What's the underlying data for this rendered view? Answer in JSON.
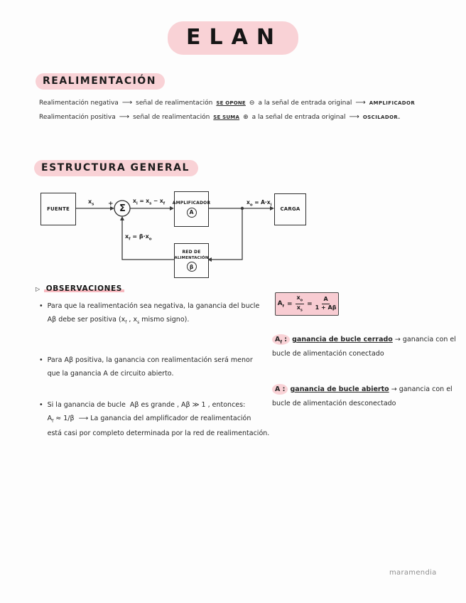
{
  "page": {
    "title": "ELAN",
    "signature": "maramendia"
  },
  "colors": {
    "highlight_pink": "#f9d2d6",
    "formula_box_pink": "#f8ccd2"
  },
  "realimentacion": {
    "heading": "REALIMENTACIÓN",
    "long_arrow": "⟶",
    "lines": [
      {
        "prefix": "Realimentación negativa",
        "mid": "señal de realimentación",
        "underlined": "SE OPONE",
        "symbol": "⊖",
        "suffix": "a la señal de entrada original",
        "result": "AMPLIFICADOR"
      },
      {
        "prefix": "Realimentación positiva",
        "mid": "señal de realimentación",
        "underlined": "SE SUMA",
        "symbol": "⊕",
        "suffix": "a la señal de entrada original",
        "result": "OSCILADOR."
      }
    ]
  },
  "estructura": {
    "heading": "ESTRUCTURA GENERAL",
    "diagram": {
      "fuente_label": "FUENTE",
      "sum_symbol": "Σ",
      "plus_sign": "+",
      "amplificador_label": "AMPLIFICADOR",
      "amplificador_symbol": "A",
      "carga_label": "CARGA",
      "red_line1": "RED DE",
      "red_line2": "ALIMENTACIÓN",
      "red_symbol": "β",
      "label_xs_html": "x<sub>s</sub>",
      "label_xi_html": "x<sub>i</sub> = x<sub>s</sub> − x<sub>f</sub>",
      "label_xo_html": "x<sub>o</sub> = A·x<sub>i</sub>",
      "label_xf_html": "x<sub>f</sub> = β·x<sub>o</sub>"
    }
  },
  "observaciones": {
    "marker": "▷",
    "heading": "OBSERVACIONES",
    "bullet_marker": "•",
    "bullets_html": [
      "Para que la realimentación sea negativa, la ganancia del bucle<br>Aβ debe ser positiva (x<sub>f</sub> , x<sub>s</sub> mismo signo).",
      "Para Aβ positiva, la ganancia con realimentación será menor<br>que la ganancia A de circuito abierto.",
      "Si la ganancia de bucle &nbsp;Aβ es grande , Aβ ≫ 1 , entonces:<br>A<sub>f</sub> ≈ 1/β &nbsp;⟶ La ganancia del amplificador de realimentación<br>está casi por completo determinada por la red de realimentación."
    ]
  },
  "formula": {
    "lhs_html": "A<sub>f</sub>",
    "equals": "=",
    "num1_html": "x<sub>o</sub>",
    "den1_html": "x<sub>s</sub>",
    "num2_html": "A",
    "den2_html": "1 + Aβ"
  },
  "definitions": [
    {
      "term_html": "A<sub>f</sub> :",
      "underlined": "ganancia de bucle cerrado",
      "arrow": "→",
      "rest": "ganancia con el bucle de alimentación conectado"
    },
    {
      "term_html": "A :",
      "underlined": "ganancia de bucle abierto",
      "arrow": "→",
      "rest": "ganancia con el bucle de alimentación desconectado"
    }
  ]
}
